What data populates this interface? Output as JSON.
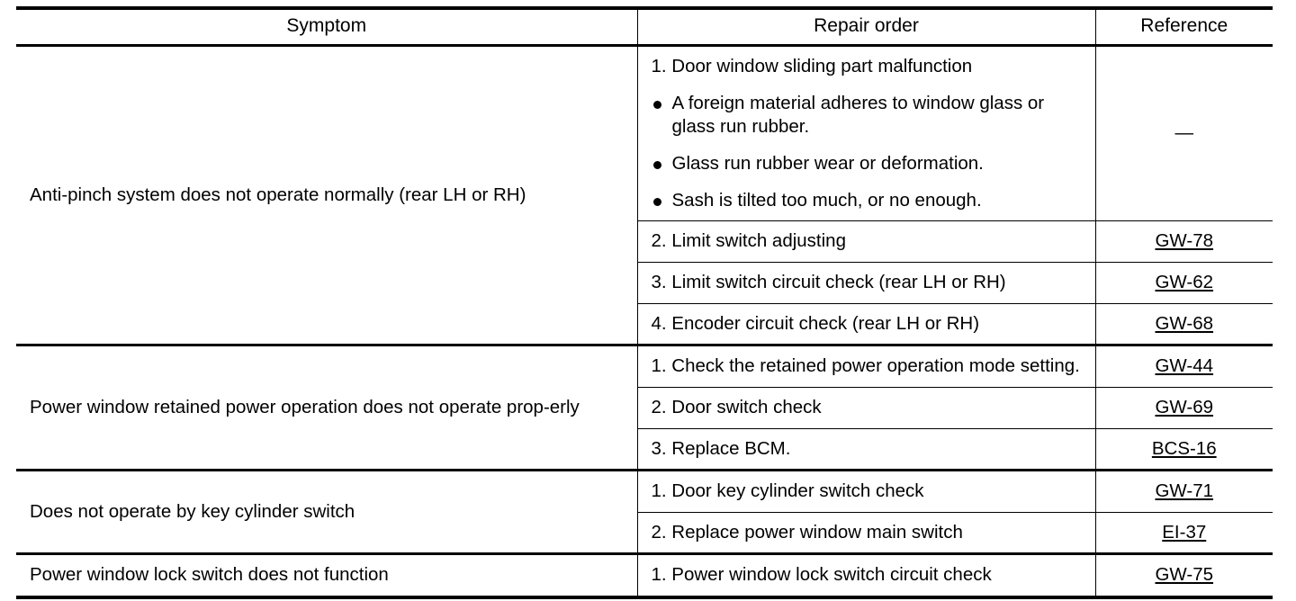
{
  "table": {
    "headers": {
      "symptom": "Symptom",
      "repair_order": "Repair order",
      "reference": "Reference"
    },
    "groups": [
      {
        "symptom": "Anti-pinch system does not operate normally (rear LH or RH)",
        "rows": [
          {
            "step": "1. Door window sliding part malfunction",
            "bullets": [
              "A foreign material adheres to window glass or glass run rubber.",
              "Glass run rubber wear or deformation.",
              "Sash is tilted too much, or no enough."
            ],
            "reference": "—",
            "reference_is_link": false
          },
          {
            "step": "2. Limit switch adjusting",
            "bullets": [],
            "reference": "GW-78",
            "reference_is_link": true
          },
          {
            "step": "3. Limit switch circuit check (rear LH or RH)",
            "bullets": [],
            "reference": "GW-62",
            "reference_is_link": true
          },
          {
            "step": "4. Encoder circuit check (rear LH or RH)",
            "bullets": [],
            "reference": "GW-68",
            "reference_is_link": true
          }
        ]
      },
      {
        "symptom": "Power window retained power operation does not operate prop-erly",
        "rows": [
          {
            "step": "1. Check the retained power operation mode setting.",
            "bullets": [],
            "reference": "GW-44",
            "reference_is_link": true
          },
          {
            "step": "2. Door switch check",
            "bullets": [],
            "reference": "GW-69",
            "reference_is_link": true
          },
          {
            "step": "3. Replace BCM.",
            "bullets": [],
            "reference": "BCS-16",
            "reference_is_link": true
          }
        ]
      },
      {
        "symptom": "Does not operate by key cylinder switch",
        "rows": [
          {
            "step": "1. Door key cylinder switch check",
            "bullets": [],
            "reference": "GW-71",
            "reference_is_link": true
          },
          {
            "step": "2. Replace power window main switch",
            "bullets": [],
            "reference": "EI-37",
            "reference_is_link": true
          }
        ]
      },
      {
        "symptom": "Power window lock switch does not function",
        "rows": [
          {
            "step": "1. Power window lock switch circuit check",
            "bullets": [],
            "reference": "GW-75",
            "reference_is_link": true
          }
        ]
      }
    ]
  }
}
